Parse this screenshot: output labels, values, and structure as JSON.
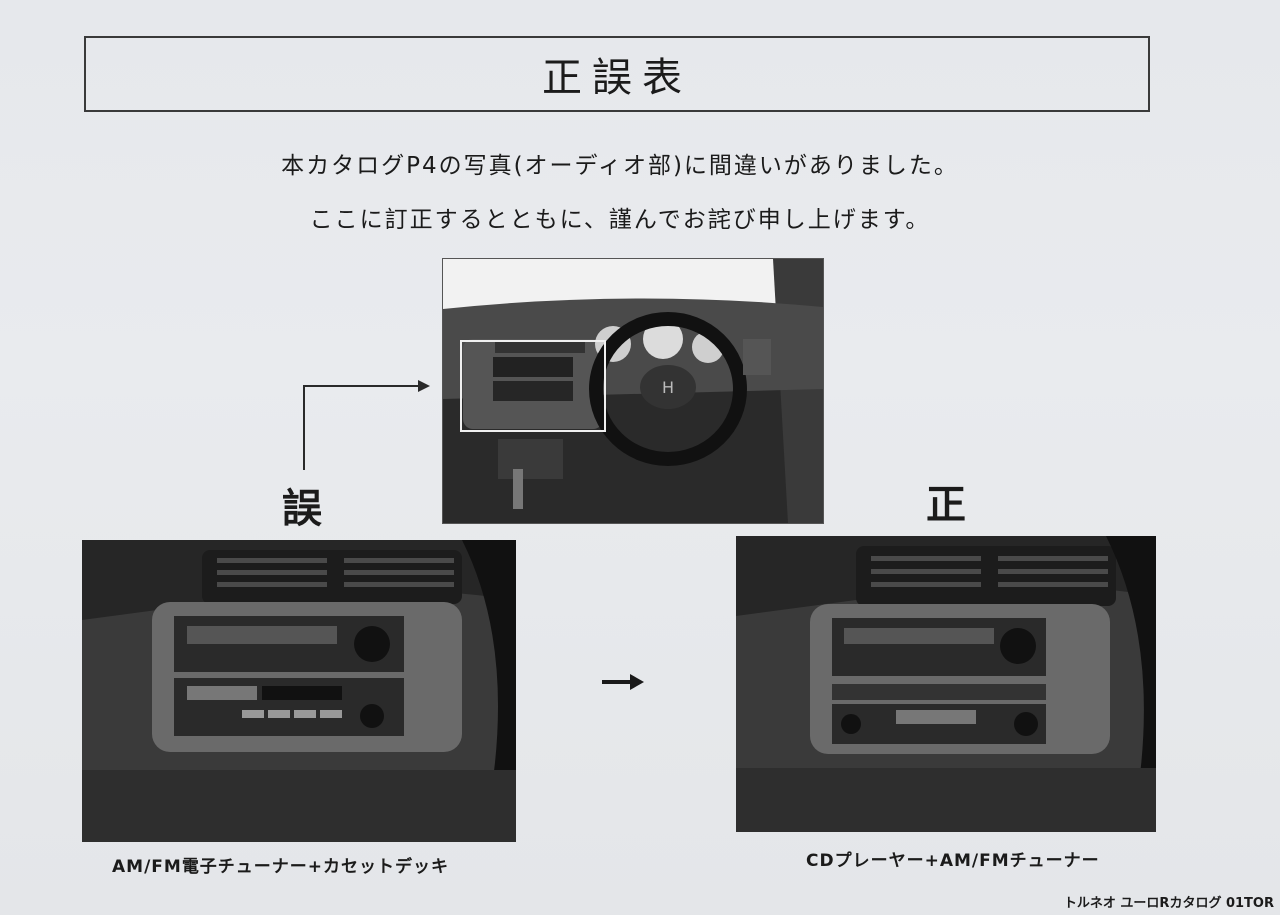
{
  "document": {
    "title": "正誤表",
    "line1": "本カタログP4の写真(オーディオ部)に間違いがありました。",
    "line2": "ここに訂正するとともに、謹んでお詫び申し上げます。",
    "wrong_mark": "誤",
    "correct_mark": "正",
    "wrong_caption": "AM/FM電子チューナー+カセットデッキ",
    "correct_caption": "CDプレーヤー+AM/FMチューナー",
    "footer": "トルネオ ユーロRカタログ 01TOR"
  }
}
